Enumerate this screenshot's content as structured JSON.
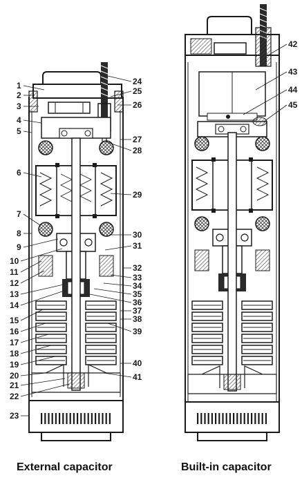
{
  "captions": {
    "left": "External capacitor",
    "right": "Built-in capacitor"
  },
  "callouts_left": [
    "1",
    "2",
    "3",
    "4",
    "5",
    "6",
    "7",
    "8",
    "9",
    "10",
    "11",
    "12",
    "13",
    "14",
    "15",
    "16",
    "17",
    "18",
    "19",
    "20",
    "21",
    "22",
    "23"
  ],
  "callouts_right_of_left_pump": [
    "24",
    "25",
    "26",
    "27",
    "28",
    "29",
    "30",
    "31",
    "32",
    "33",
    "34",
    "35",
    "36",
    "37",
    "38",
    "39",
    "40",
    "41"
  ],
  "callouts_right_pump": [
    "42",
    "43",
    "44",
    "45"
  ],
  "colors": {
    "ink": "#1a1a1a",
    "hatch": "#555555",
    "paper": "#ffffff",
    "dark": "#2a2a2a"
  }
}
